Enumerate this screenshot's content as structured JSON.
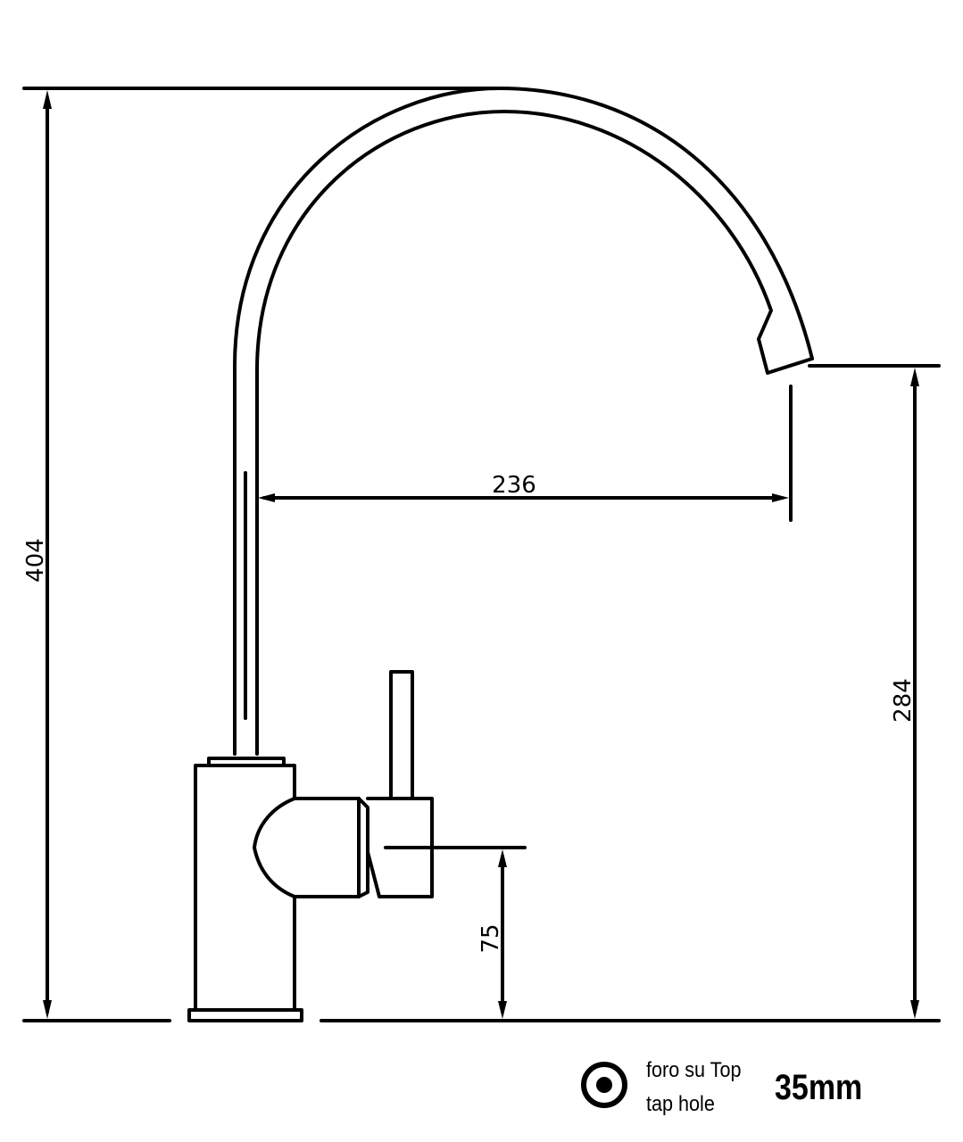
{
  "drawing": {
    "subject": "kitchen mixer tap side elevation",
    "stroke_color": "#000000",
    "background": "#ffffff"
  },
  "dimensions": {
    "total_height": "404",
    "spout_reach": "236",
    "spout_height": "284",
    "lever_height": "75"
  },
  "legend": {
    "icon": "tap-hole-icon",
    "line1": "foro su Top",
    "line2": "tap hole",
    "size": "35mm"
  }
}
